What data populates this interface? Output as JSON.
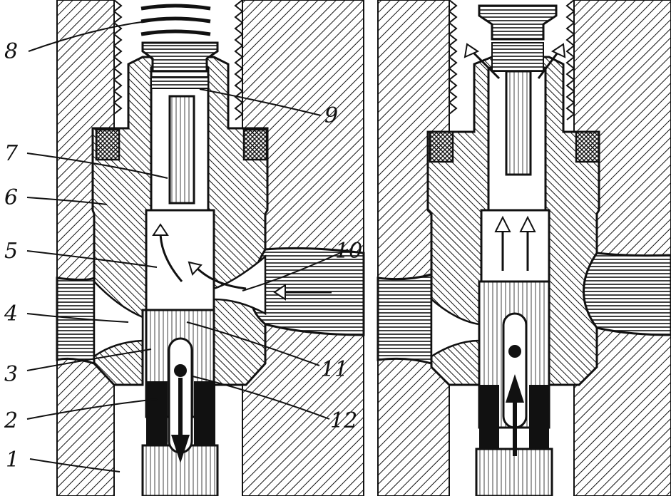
{
  "labels": {
    "l1": "1",
    "l2": "2",
    "l3": "3",
    "l4": "4",
    "l5": "5",
    "l6": "6",
    "l7": "7",
    "l8": "8",
    "l9": "9",
    "l10": "10",
    "l11": "11",
    "l12": "12"
  },
  "colors": {
    "ink": "#111111",
    "paper": "#ffffff"
  }
}
